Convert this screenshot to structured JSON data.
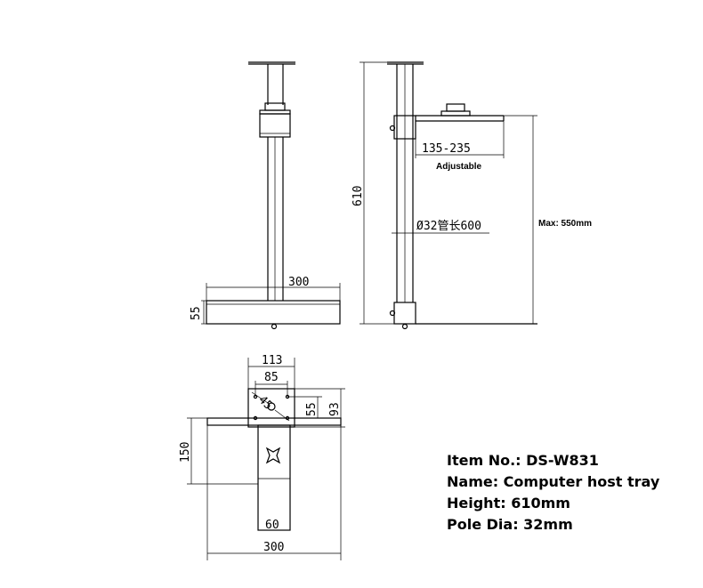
{
  "dimensions": {
    "front_base_width": "300",
    "front_base_height": "55",
    "side_total_height": "610",
    "tray_adjust_range": "135-235",
    "tray_adjust_label": "Adjustable",
    "pole_note": "Ø32管长600",
    "max_height_note": "Max: 550mm",
    "top_outer_width": "113",
    "top_inner_width": "85",
    "top_hole_offset": "55",
    "top_total_height": "93",
    "diagonal_label": "45",
    "base_depth": "150",
    "slot_width": "60",
    "bottom_width": "300"
  },
  "spec": {
    "item_no": "Item No.: DS-W831",
    "name": "Name: Computer host tray",
    "height": "Height: 610mm",
    "pole_dia": "Pole Dia: 32mm"
  }
}
